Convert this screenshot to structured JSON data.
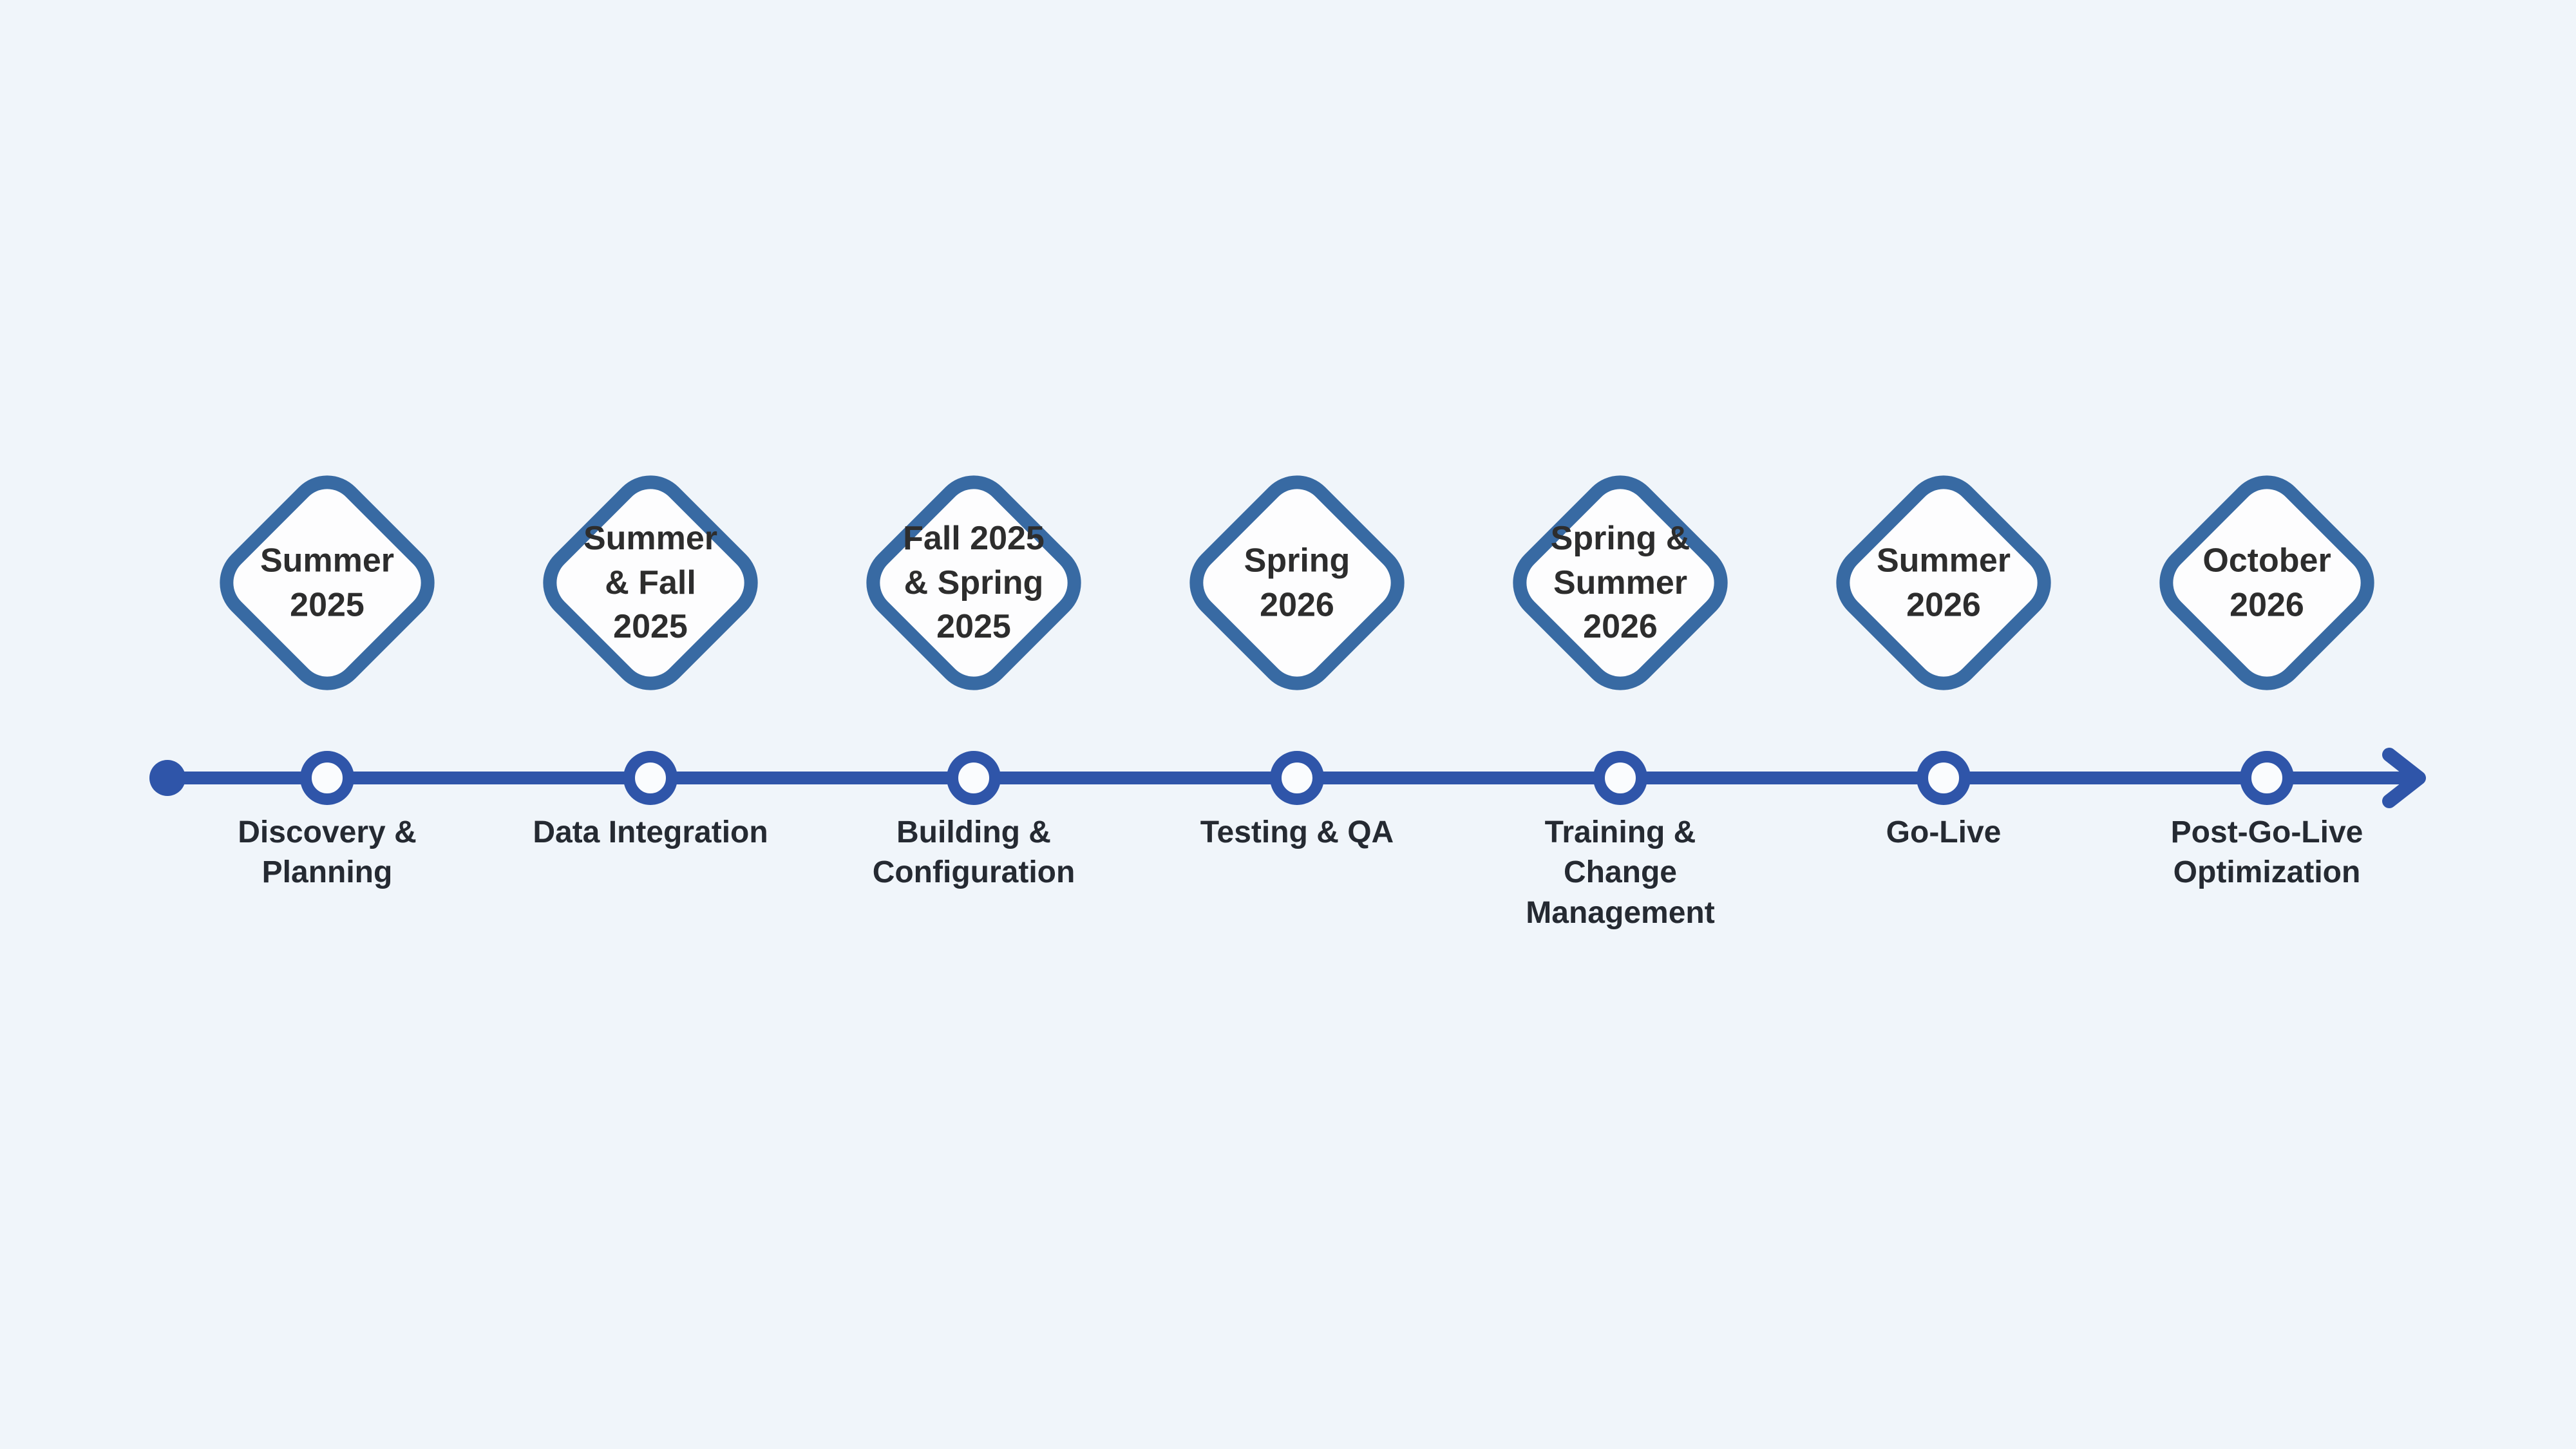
{
  "colors": {
    "bg": "#f0f5fa",
    "line_blue": "#2f55a9",
    "diamond_border": "#386aa3",
    "diamond_fill": "#fdfdfe",
    "ring_fill": "#fafcfe",
    "date_text": "#2d2d2d",
    "label_text": "#252a32"
  },
  "timeline": {
    "direction": "left-to-right",
    "start_marker": "filled-dot",
    "end_marker": "arrowhead-right"
  },
  "milestones": [
    {
      "date": "Summer\n2025",
      "label": "Discovery &\nPlanning"
    },
    {
      "date": "Summer\n& Fall\n2025",
      "label": "Data Integration"
    },
    {
      "date": "Fall 2025\n& Spring\n2025",
      "label": "Building &\nConfiguration"
    },
    {
      "date": "Spring\n2026",
      "label": "Testing & QA"
    },
    {
      "date": "Spring &\nSummer\n2026",
      "label": "Training &\nChange\nManagement"
    },
    {
      "date": "Summer\n2026",
      "label": "Go-Live"
    },
    {
      "date": "October\n2026",
      "label": "Post-Go-Live\nOptimization"
    }
  ]
}
